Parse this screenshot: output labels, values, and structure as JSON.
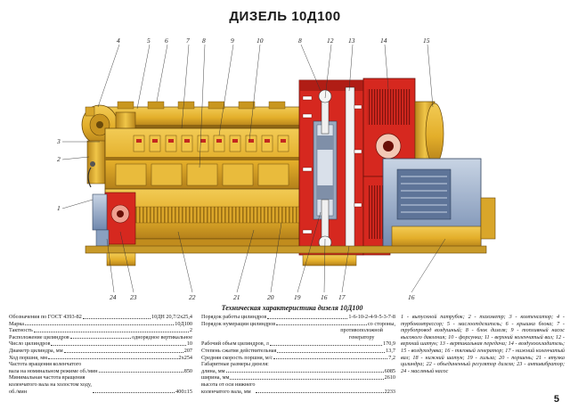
{
  "title": "ДИЗЕЛЬ 10Д100",
  "callouts": [
    "1",
    "2",
    "3",
    "4",
    "5",
    "6",
    "7",
    "8",
    "9",
    "10",
    "8",
    "12",
    "13",
    "14",
    "15",
    "16",
    "17",
    "16",
    "19",
    "20",
    "21",
    "22",
    "23",
    "24"
  ],
  "spec_title": "Техническая характеристика дизеля 10Д100",
  "specs_left": [
    {
      "label": "Обозначения по ГОСТ 4393-82",
      "value": "10ДН 20,7/2х25,4"
    },
    {
      "label": "Марка",
      "value": "10Д100"
    },
    {
      "label": "Тактность",
      "value": "2"
    },
    {
      "label": "Расположение цилиндров",
      "value": "однорядное вертикальное"
    },
    {
      "label": "Число цилиндров",
      "value": "10"
    },
    {
      "label": "Диаметр цилиндра, мм",
      "value": "207"
    },
    {
      "label": "Ход поршня, мм",
      "value": "2х254"
    },
    {
      "label": "Частота вращения коленчатого\nвала на номинальном режиме об./мин",
      "value": "850"
    },
    {
      "label": "Минимальная частота вращения\nколенчатого вала на холостом ходу,\nоб./мин",
      "value": "400±15"
    }
  ],
  "specs_right": [
    {
      "label": "Порядок работы цилиндров",
      "value": "1-6-10-2-4-9-5-3-7-8"
    },
    {
      "label": "Порядок нумерации цилиндров",
      "value": "со стороны,"
    },
    {
      "label": "",
      "value": "противоположной\nгенератору"
    },
    {
      "label": "Рабочий объем цилиндров, л",
      "value": "170,9"
    },
    {
      "label": "Степень сжатия действительная",
      "value": "13,7"
    },
    {
      "label": "Средняя скорость поршня, м/с",
      "value": "7,2"
    },
    {
      "label": "Габаритные размеры дизеля:",
      "value": ""
    },
    {
      "label": "длина, мм",
      "value": "6085"
    },
    {
      "label": "ширина, мм",
      "value": "2610"
    },
    {
      "label": "высота от оси нижнего\nколенчатого вала, мм",
      "value": "2233"
    }
  ],
  "legend": "1 - выпускной патрубок; 2 - тахометр; 3 - компенсатор; 4 - турбокомпрессор; 5 - маслоотделитель; 6 - крышка блока; 7 - трубопровод воздушный; 8 - блок дизеля; 9 - топливный насос высокого давления; 10 - форсунка; 11 - верхний коленчатый вал; 12 - верхний шатун; 13 - вертикальная передача; 14 - воздухоохладитель; 15 - воздуходувка; 16 - тяговый генератор; 17 - нижний коленчатый вал; 18 - нижний шатун; 19 - гильза; 20 - поршень; 21 - втулка цилиндра; 22 - объединенный регулятор дизеля; 23 - антивибратор; 24 - масляный насос",
  "page_number": "5",
  "colors": {
    "engine_yellow": "#e8b52e",
    "engine_shadow": "#b9861a",
    "section_red": "#d6281f",
    "section_blue": "#7f9bbf"
  }
}
